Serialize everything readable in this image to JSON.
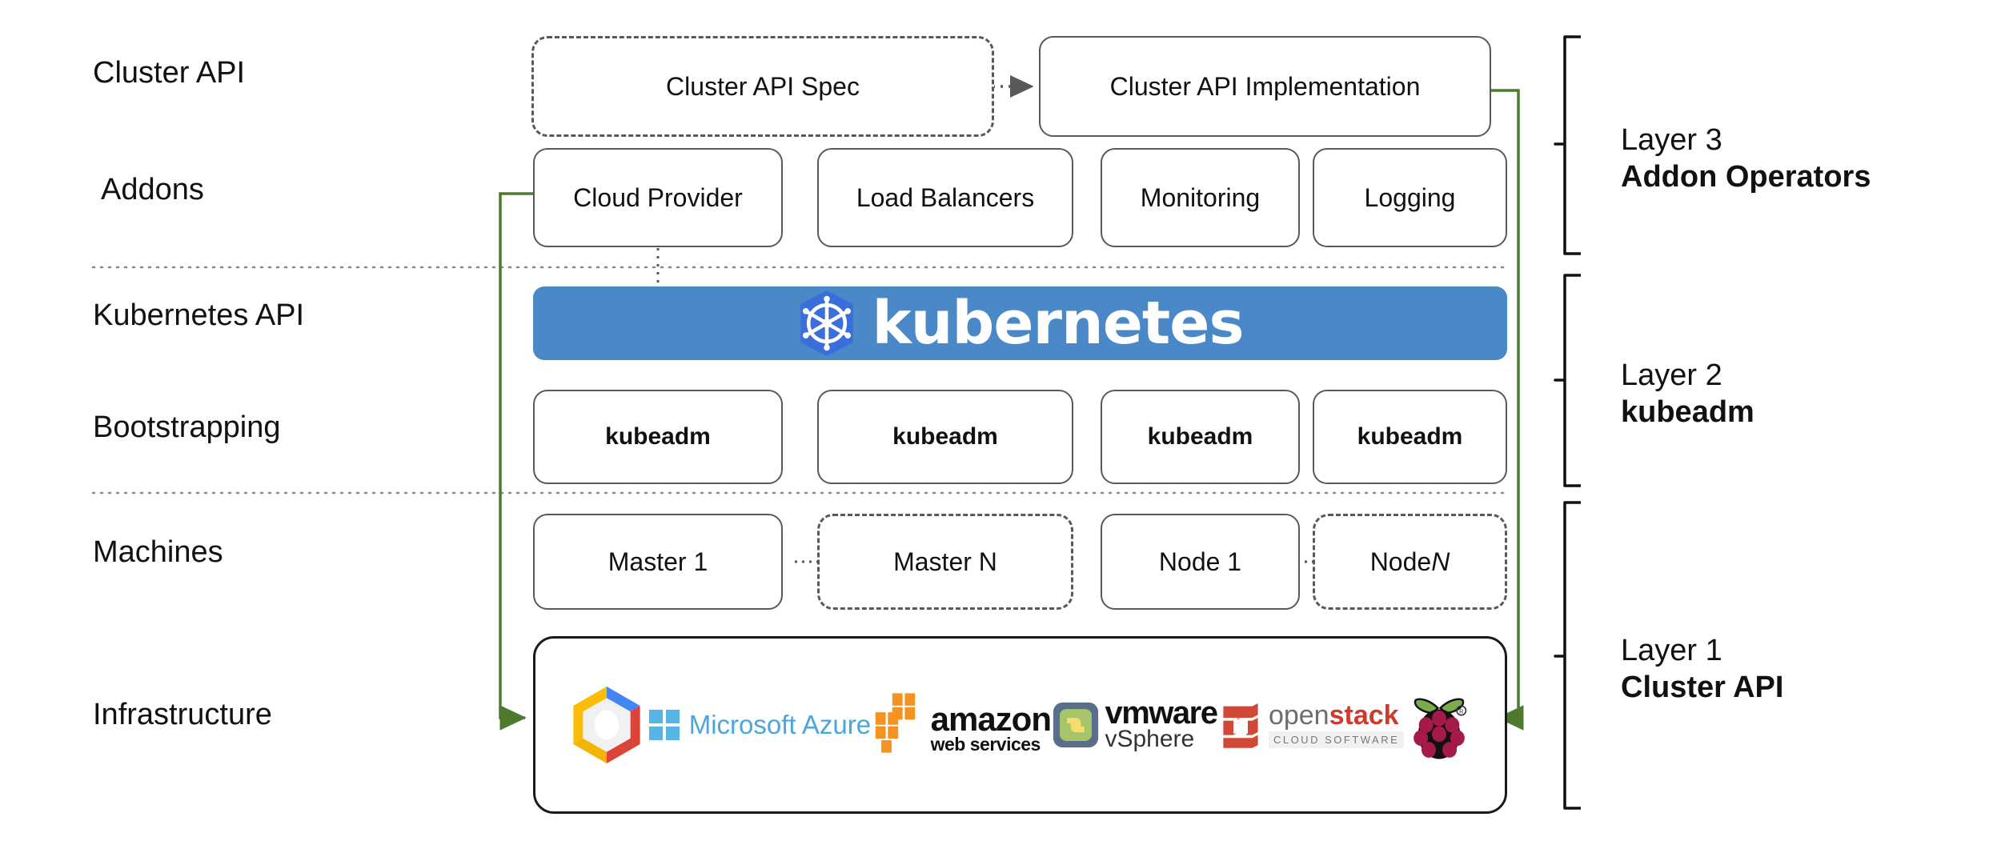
{
  "diagram": {
    "title": "Kubernetes Cluster API layered architecture",
    "row_labels": [
      {
        "id": "cluster-api",
        "text": "Cluster API"
      },
      {
        "id": "addons",
        "text": "Addons"
      },
      {
        "id": "kubernetes-api",
        "text": "Kubernetes API"
      },
      {
        "id": "bootstrapping",
        "text": "Bootstrapping"
      },
      {
        "id": "machines",
        "text": "Machines"
      },
      {
        "id": "infrastructure",
        "text": "Infrastructure"
      }
    ],
    "cluster_api_row": [
      {
        "id": "cluster-api-spec",
        "label": "Cluster API Spec",
        "style": "dashed"
      },
      {
        "id": "cluster-api-implementation",
        "label": "Cluster API Implementation",
        "style": "solid"
      }
    ],
    "addons_row": [
      {
        "id": "cloud-provider",
        "label": "Cloud Provider"
      },
      {
        "id": "load-balancers",
        "label": "Load Balancers"
      },
      {
        "id": "monitoring",
        "label": "Monitoring"
      },
      {
        "id": "logging",
        "label": "Logging"
      }
    ],
    "kubernetes_banner": {
      "wordmark": "kubernetes",
      "icon": "kubernetes-helm-wheel-icon",
      "banner_color": "#4a88c7",
      "logo_color": "#3a6fdb",
      "text_color": "#ffffff"
    },
    "bootstrapping_row": [
      {
        "id": "kubeadm-1",
        "label": "kubeadm"
      },
      {
        "id": "kubeadm-2",
        "label": "kubeadm"
      },
      {
        "id": "kubeadm-3",
        "label": "kubeadm"
      },
      {
        "id": "kubeadm-4",
        "label": "kubeadm"
      }
    ],
    "machines_row": [
      {
        "id": "master-1",
        "label": "Master 1",
        "style": "solid",
        "italic_suffix": ""
      },
      {
        "id": "master-n",
        "label": "Master N",
        "style": "dashed",
        "italic_suffix": ""
      },
      {
        "id": "node-1",
        "label": "Node 1",
        "style": "solid",
        "italic_suffix": ""
      },
      {
        "id": "node-n",
        "label": "Node ",
        "style": "dashed",
        "italic_suffix": "N"
      }
    ],
    "infrastructure_logos": [
      {
        "id": "google-cloud",
        "name": "google-cloud-platform-logo",
        "label": ""
      },
      {
        "id": "azure",
        "name": "microsoft-azure-logo",
        "label": "Microsoft Azure"
      },
      {
        "id": "aws",
        "name": "amazon-web-services-logo",
        "label": "amazon",
        "sublabel": "web services"
      },
      {
        "id": "vmware",
        "name": "vmware-vsphere-logo",
        "label": "vmware",
        "sublabel": "vSphere"
      },
      {
        "id": "openstack",
        "name": "openstack-logo",
        "label_a": "open",
        "label_b": "stack",
        "sublabel": "CLOUD SOFTWARE"
      },
      {
        "id": "raspberry-pi",
        "name": "raspberry-pi-logo",
        "label": ""
      }
    ],
    "layers": [
      {
        "id": "layer-3",
        "line1": "Layer 3",
        "line2": "Addon Operators"
      },
      {
        "id": "layer-2",
        "line1": "Layer 2",
        "line2": "kubeadm"
      },
      {
        "id": "layer-1",
        "line1": "Layer 1",
        "line2": "Cluster API"
      }
    ],
    "colors": {
      "arrow_green": "#4e7a2e",
      "box_border": "#595959",
      "dashed_border": "#6b6b6b",
      "separator": "#9a9a9a"
    }
  }
}
